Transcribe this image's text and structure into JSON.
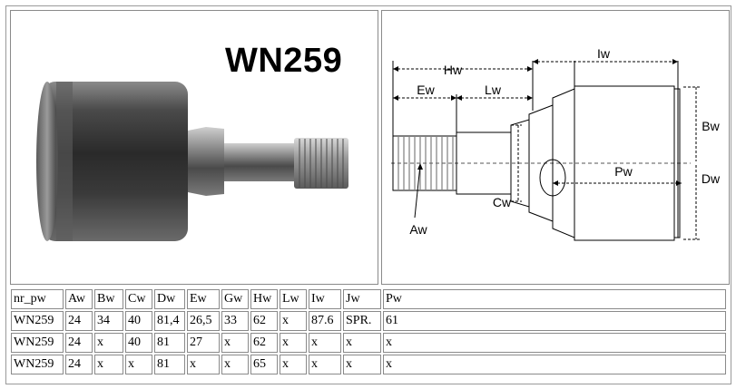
{
  "product": {
    "code": "WN259"
  },
  "diagram": {
    "labels": {
      "hw": "Hw",
      "iw": "Iw",
      "ew": "Ew",
      "lw": "Lw",
      "bw": "Bw",
      "pw": "Pw",
      "dw": "Dw",
      "cw": "Cw",
      "aw": "Aw"
    }
  },
  "table": {
    "headers": [
      "nr_pw",
      "Aw",
      "Bw",
      "Cw",
      "Dw",
      "Ew",
      "Gw",
      "Hw",
      "Lw",
      "Iw",
      "Jw",
      "Pw"
    ],
    "rows": [
      [
        "WN259",
        "24",
        "34",
        "40",
        "81,4",
        "26,5",
        "33",
        "62",
        "x",
        "87.6",
        "SPR.",
        "61"
      ],
      [
        "WN259",
        "24",
        "x",
        "40",
        "81",
        "27",
        "x",
        "62",
        "x",
        "x",
        "x",
        "x"
      ],
      [
        "WN259",
        "24",
        "x",
        "x",
        "81",
        "x",
        "x",
        "65",
        "x",
        "x",
        "x",
        "x"
      ]
    ]
  }
}
